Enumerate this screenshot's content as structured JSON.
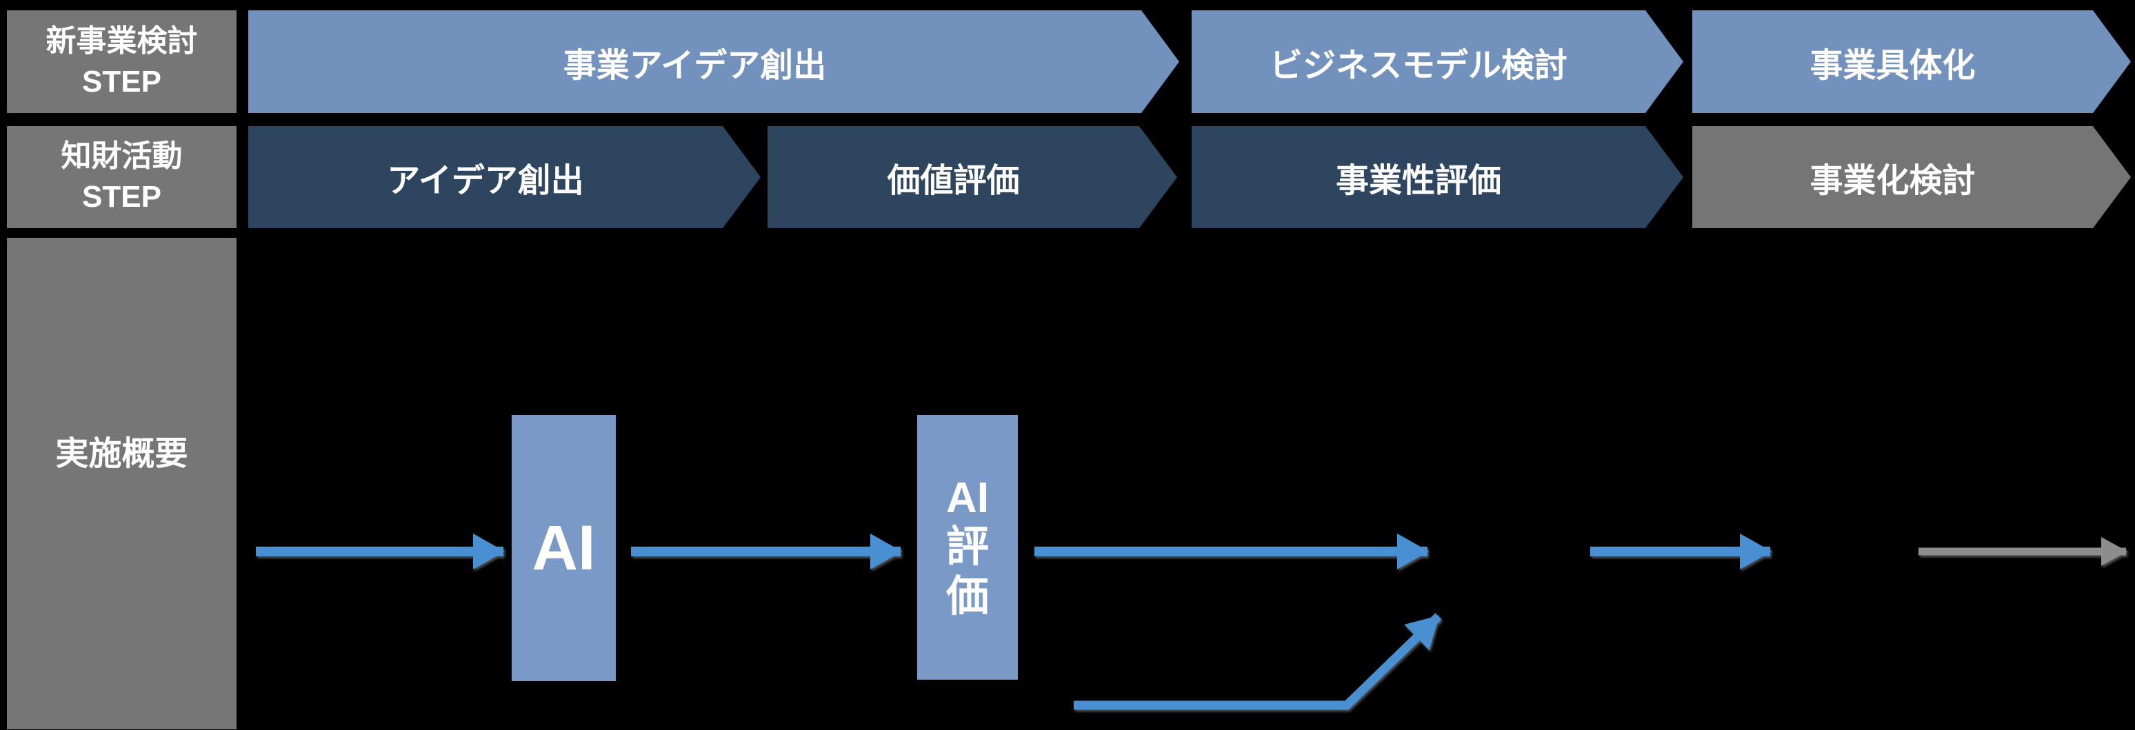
{
  "colors": {
    "background": "#000000",
    "label_gray": "#767676",
    "light_blue": "#7391bd",
    "dark_navy": "#2e4560",
    "chev_gray": "#757575",
    "node_blue": "#7b99c6",
    "arrow_blue": "#4a90d2",
    "arrow_gray": "#8d8d8d",
    "text_white": "#ffffff"
  },
  "business_step_row": {
    "label_line1": "新事業検討",
    "label_line2": "STEP",
    "stages": [
      {
        "label": "事業アイデア創出"
      },
      {
        "label": "ビジネスモデル検討"
      },
      {
        "label": "事業具体化"
      }
    ]
  },
  "ip_step_row": {
    "label_line1": "知財活動",
    "label_line2": "STEP",
    "stages": [
      {
        "label": "アイデア創出"
      },
      {
        "label": "価値評価"
      },
      {
        "label": "事業性評価"
      },
      {
        "label": "事業化検討"
      }
    ]
  },
  "overview_row": {
    "label": "実施概要",
    "ai_node": {
      "label": "AI"
    },
    "ai_eval_node": {
      "lines": [
        "AI",
        "評",
        "価"
      ]
    }
  }
}
